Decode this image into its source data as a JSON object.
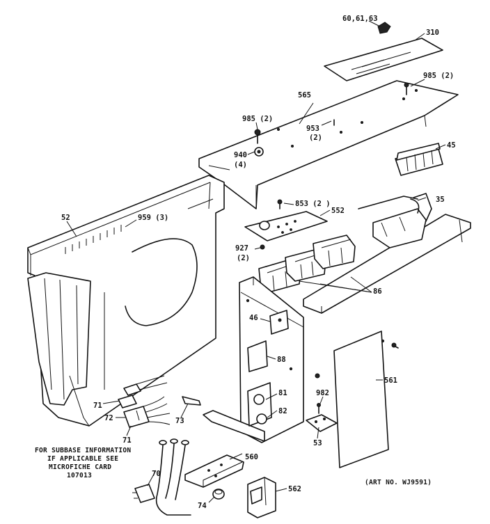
{
  "callouts": {
    "c_60_61_63": "60,61,63",
    "c_310": "310",
    "c_985_right": "985 (2)",
    "c_565": "565",
    "c_985_left": "985 (2)",
    "c_953": "953",
    "c_953_qty": "(2)",
    "c_940": "940",
    "c_940_qty": "(4)",
    "c_45": "45",
    "c_853": "853 (2 )",
    "c_35": "35",
    "c_52": "52",
    "c_959": "959 (3)",
    "c_552": "552",
    "c_927": "927",
    "c_927_qty": "(2)",
    "c_86": "86",
    "c_46": "46",
    "c_88": "88",
    "c_561": "561",
    "c_81": "81",
    "c_82": "82",
    "c_982": "982",
    "c_53": "53",
    "c_71_top": "71",
    "c_72": "72",
    "c_73": "73",
    "c_71_bottom": "71",
    "c_560": "560",
    "c_70": "70",
    "c_74": "74",
    "c_562": "562"
  },
  "note": {
    "line1": "FOR SUBBASE INFORMATION",
    "line2": "IF APPLICABLE SEE",
    "line3": "MICROFICHE CARD",
    "line4": "107013"
  },
  "art_number": "(ART NO. WJ9591)"
}
